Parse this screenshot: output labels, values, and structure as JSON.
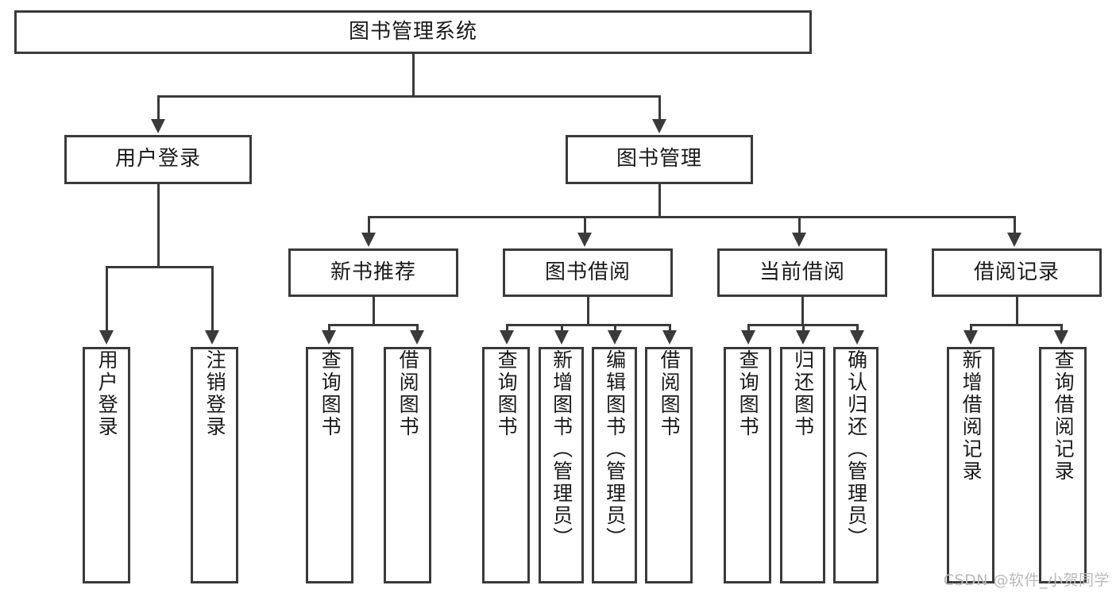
{
  "diagram": {
    "type": "tree-hierarchy",
    "title": "图书管理系统",
    "root": {
      "label": "图书管理系统"
    },
    "level2": [
      {
        "label": "用户登录"
      },
      {
        "label": "图书管理"
      }
    ],
    "level3": [
      {
        "label": "新书推荐"
      },
      {
        "label": "图书借阅"
      },
      {
        "label": "当前借阅"
      },
      {
        "label": "借阅记录"
      }
    ],
    "leaves": {
      "user_login": [
        {
          "label": "用户登录"
        },
        {
          "label": "注销登录"
        }
      ],
      "new_book_recommend": [
        {
          "label": "查询图书"
        },
        {
          "label": "借阅图书"
        }
      ],
      "book_borrow": [
        {
          "label": "查询图书"
        },
        {
          "label": "新增图书（管理员）"
        },
        {
          "label": "编辑图书（管理员）"
        },
        {
          "label": "借阅图书"
        }
      ],
      "current_borrow": [
        {
          "label": "查询图书"
        },
        {
          "label": "归还图书"
        },
        {
          "label": "确认归还（管理员）"
        }
      ],
      "borrow_record": [
        {
          "label": "新增借阅记录"
        },
        {
          "label": "查询借阅记录"
        }
      ]
    }
  },
  "watermark": {
    "text": "CSDN @软件_小贺同学"
  },
  "colors": {
    "stroke": "#3a3a3a",
    "text": "#1a1a1a",
    "background": "#ffffff",
    "watermark": "#b9b9b9"
  }
}
